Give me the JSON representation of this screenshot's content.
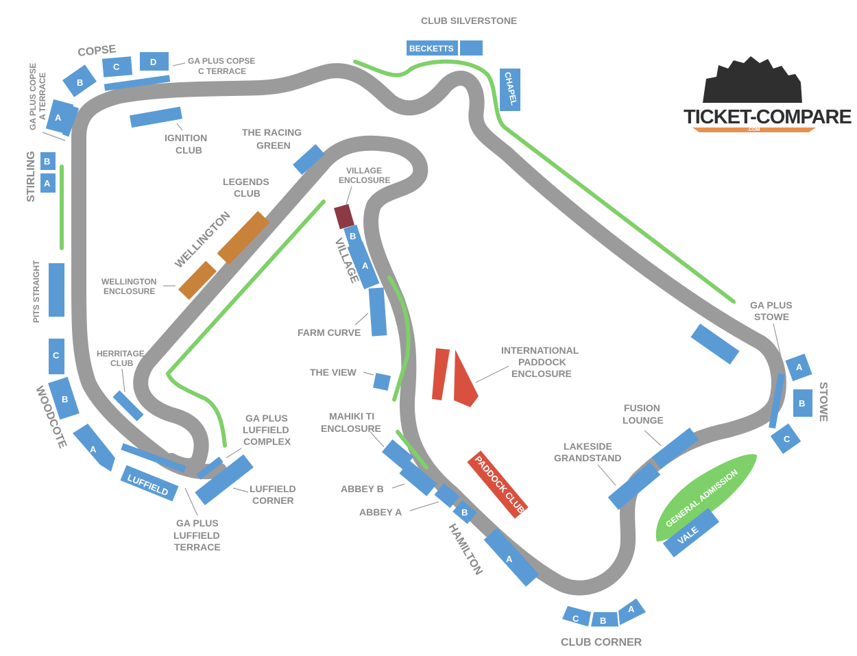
{
  "colors": {
    "track": "#9b9b9b",
    "stand": "#5a9bd5",
    "general_admission": "#7ed068",
    "hospitality_orange": "#c8823a",
    "hospitality_red": "#d9503f",
    "village_enclosure": "#8b3a44",
    "label": "#8a8a8a"
  },
  "logo": {
    "text": "TICKET-COMPARE",
    "sub": ".COM"
  },
  "areas": {
    "club_silverstone": "CLUB SILVERSTONE",
    "becketts": "BECKETTS",
    "chapel": "CHAPEL",
    "copse": "COPSE",
    "ga_plus_copse_c_terrace_1": "GA PLUS COPSE",
    "ga_plus_copse_c_terrace_2": "C TERRACE",
    "ga_plus_copse_a_terrace_1": "GA PLUS COPSE",
    "ga_plus_copse_a_terrace_2": "A TERRACE",
    "ignition_club_1": "IGNITION",
    "ignition_club_2": "CLUB",
    "racing_green_1": "THE RACING",
    "racing_green_2": "GREEN",
    "village_enclosure_1": "VILLAGE",
    "village_enclosure_2": "ENCLOSURE",
    "stirling": "STIRLING",
    "legends_club_1": "LEGENDS",
    "legends_club_2": "CLUB",
    "wellington": "WELLINGTON",
    "wellington_enclosure_1": "WELLINGTON",
    "wellington_enclosure_2": "ENCLOSURE",
    "pits_straight": "PITS STRAIGHT",
    "village": "VILLAGE",
    "farm_curve": "FARM CURVE",
    "heritage_club_1": "HERRITAGE",
    "heritage_club_2": "CLUB",
    "the_view": "THE VIEW",
    "international_paddock_1": "INTERNATIONAL",
    "international_paddock_2": "PADDOCK",
    "international_paddock_3": "ENCLOSURE",
    "ga_plus_stowe_1": "GA PLUS",
    "ga_plus_stowe_2": "STOWE",
    "stowe": "STOWE",
    "woodcote": "WOODCOTE",
    "luffield": "LUFFIELD",
    "ga_plus_luffield_complex_1": "GA PLUS",
    "ga_plus_luffield_complex_2": "LUFFIELD",
    "ga_plus_luffield_complex_3": "COMPLEX",
    "mahiki_1": "MAHIKI TI",
    "mahiki_2": "ENCLOSURE",
    "fusion_lounge_1": "FUSION",
    "fusion_lounge_2": "LOUNGE",
    "lakeside_1": "LAKESIDE",
    "lakeside_2": "GRANDSTAND",
    "paddock_club": "PADDOCK CLUB",
    "luffield_corner_1": "LUFFIELD",
    "luffield_corner_2": "CORNER",
    "abbey_b": "ABBEY B",
    "abbey_a": "ABBEY A",
    "general_admission": "GENERAL ADMISSION",
    "vale": "VALE",
    "ga_plus_luffield_terrace_1": "GA PLUS",
    "ga_plus_luffield_terrace_2": "LUFFIELD",
    "ga_plus_luffield_terrace_3": "TERRACE",
    "hamilton": "HAMILTON",
    "club_corner": "CLUB CORNER"
  },
  "stand_letters": {
    "a": "A",
    "b": "B",
    "c": "C",
    "d": "D"
  }
}
